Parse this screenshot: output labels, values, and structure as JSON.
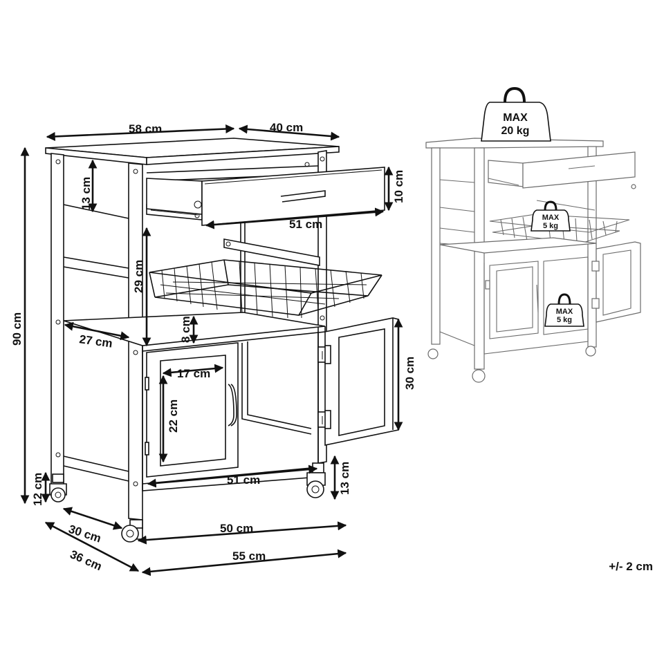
{
  "dimensions": {
    "top_width": "58 cm",
    "top_depth": "40 cm",
    "total_height": "90 cm",
    "drawer_zone_height": "13 cm",
    "drawer_height": "10 cm",
    "drawer_width": "51 cm",
    "basket_gap_height": "29 cm",
    "basket_clearance": "8 cm",
    "shelf_depth": "27 cm",
    "door_panel_width": "17 cm",
    "door_panel_height": "22 cm",
    "door_height": "30 cm",
    "cabinet_inner_width": "51 cm",
    "bottom_clearance_left": "12 cm",
    "bottom_clearance_right": "13 cm",
    "inner_depth": "30 cm",
    "inner_width": "50 cm",
    "overall_depth": "36 cm",
    "overall_width": "55 cm"
  },
  "weights": {
    "top_line1": "MAX",
    "top_line2": "20 kg",
    "basket_line1": "MAX",
    "basket_line2": "5 kg",
    "cabinet_line1": "MAX",
    "cabinet_line2": "5 kg"
  },
  "tolerance": "+/- 2 cm",
  "colors": {
    "line": "#111111",
    "light_line": "#6a6a6a",
    "background": "#ffffff"
  },
  "icons": [
    "weight-icon",
    "arrow-icon",
    "caster-icon",
    "hinge-icon"
  ]
}
